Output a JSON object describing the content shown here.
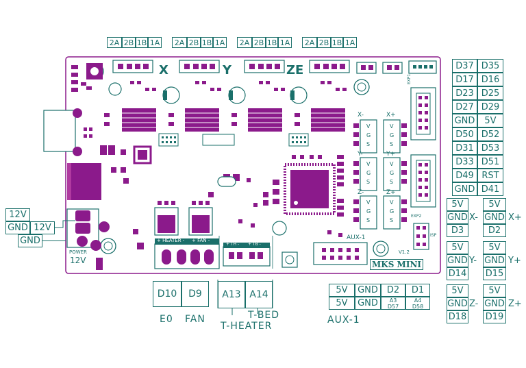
{
  "axis_labels": [
    "X",
    "Y",
    "ZE"
  ],
  "stepper_pins": [
    "2A",
    "2B",
    "1B",
    "1A"
  ],
  "exp1_pins": [
    [
      "D37",
      "D35"
    ],
    [
      "D17",
      "D16"
    ],
    [
      "D23",
      "D25"
    ],
    [
      "D27",
      "D29"
    ],
    [
      "GND",
      "5V"
    ]
  ],
  "exp2_pins": [
    [
      "D50",
      "D52"
    ],
    [
      "D31",
      "D53"
    ],
    [
      "D33",
      "D51"
    ],
    [
      "D49",
      "RST"
    ],
    [
      "GND",
      "D41"
    ]
  ],
  "endstops": [
    {
      "left": [
        "5V",
        "GND",
        "D3"
      ],
      "left_axis": "X-",
      "right": [
        "5V",
        "GND",
        "D2"
      ],
      "right_axis": "X+"
    },
    {
      "left": [
        "5V",
        "GND",
        "D14"
      ],
      "left_axis": "Y-",
      "right": [
        "5V",
        "GND",
        "D15"
      ],
      "right_axis": "Y+"
    },
    {
      "left": [
        "5V",
        "GND",
        "D18"
      ],
      "left_axis": "Z-",
      "right": [
        "5V",
        "GND",
        "D19"
      ],
      "right_axis": "Z+"
    }
  ],
  "power": {
    "v12_top": "12V",
    "gnd_left": "GND",
    "v12_mid": "12V",
    "gnd_bottom": "GND"
  },
  "heater_fan": {
    "d10": "D10",
    "d9": "D9",
    "e0": "E0",
    "fan": "FAN"
  },
  "thermistors": {
    "a13": "A13",
    "a14": "A14",
    "tbed": "T-BED",
    "theater": "T-HEATER"
  },
  "aux1": {
    "row1": [
      "5V",
      "GND",
      "D2",
      "D1"
    ],
    "row2": [
      "5V",
      "GND"
    ],
    "a3": "A3",
    "d57": "D57",
    "a4": "A4",
    "d58": "D58",
    "label": "AUX-1"
  },
  "pcb": {
    "brand": "MKS MINI",
    "version": "V1.2",
    "power_text": "POWER",
    "v12_silk": "12V",
    "heater_silk": "+ HEATER -",
    "fan_silk": "+ FAN -",
    "th_silk": "+ TH -",
    "tb_silk": "+ TB -",
    "aux_silk": "AUX-1",
    "exp1_silk": "EXP1",
    "exp2_silk": "EXP2",
    "isp_silk": "ISP",
    "endstop_silk": [
      "X-",
      "X+",
      "Y-",
      "Y+",
      "Z-",
      "Z+"
    ],
    "vgs": [
      "V",
      "G",
      "S"
    ]
  }
}
